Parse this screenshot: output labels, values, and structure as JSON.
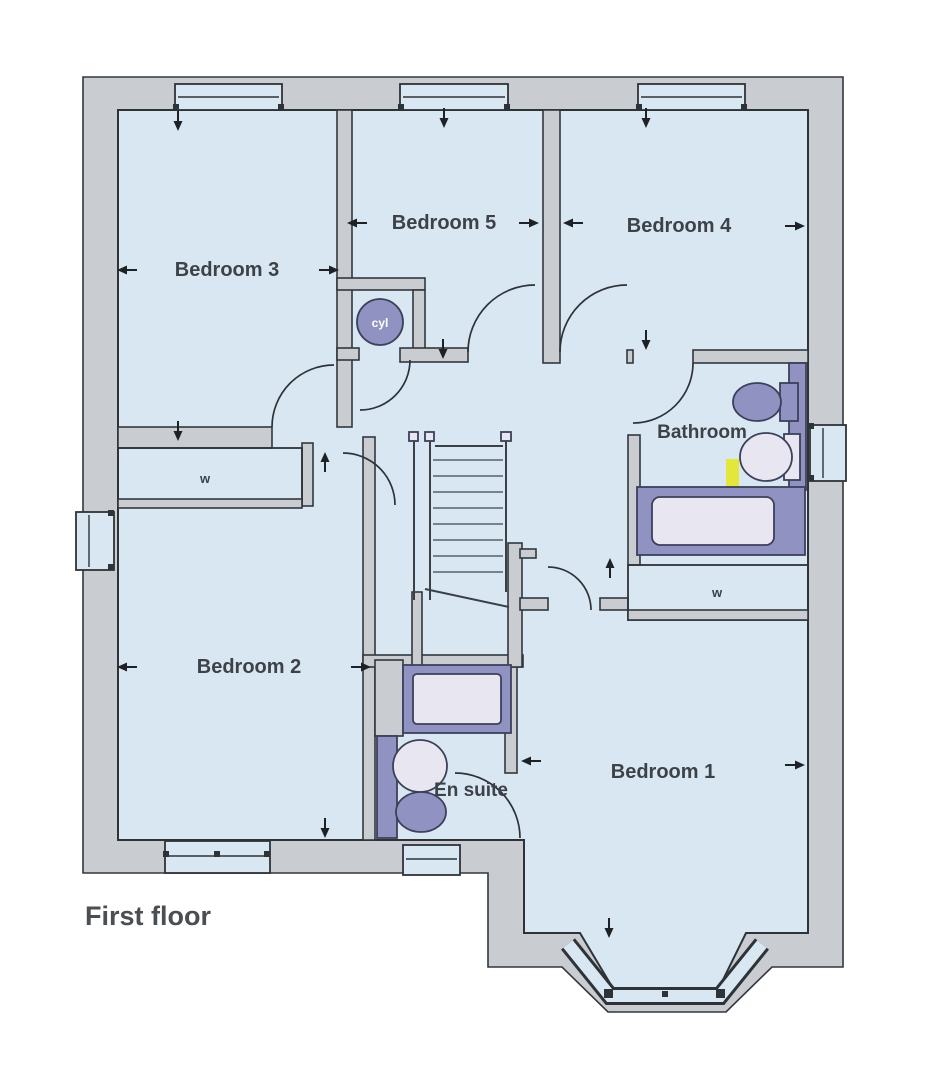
{
  "plan": {
    "title": "First floor",
    "rooms": {
      "bedroom1": "Bedroom 1",
      "bedroom2": "Bedroom 2",
      "bedroom3": "Bedroom 3",
      "bedroom4": "Bedroom 4",
      "bedroom5": "Bedroom 5",
      "bathroom": "Bathroom",
      "ensuite": "En suite"
    },
    "labels": {
      "cylinder": "cyl",
      "wardrobe_bedroom2": "w",
      "wardrobe_bedroom1": "w"
    },
    "colors": {
      "wall_fill": "#c9ccd1",
      "floor_fill": "#d9e7f3",
      "outline": "#2e3338",
      "fixture_purple": "#9092c1",
      "fixture_inner": "#e8e7f1",
      "radiator_yellow": "#e3e73c",
      "label_text": "#3d4249"
    }
  }
}
